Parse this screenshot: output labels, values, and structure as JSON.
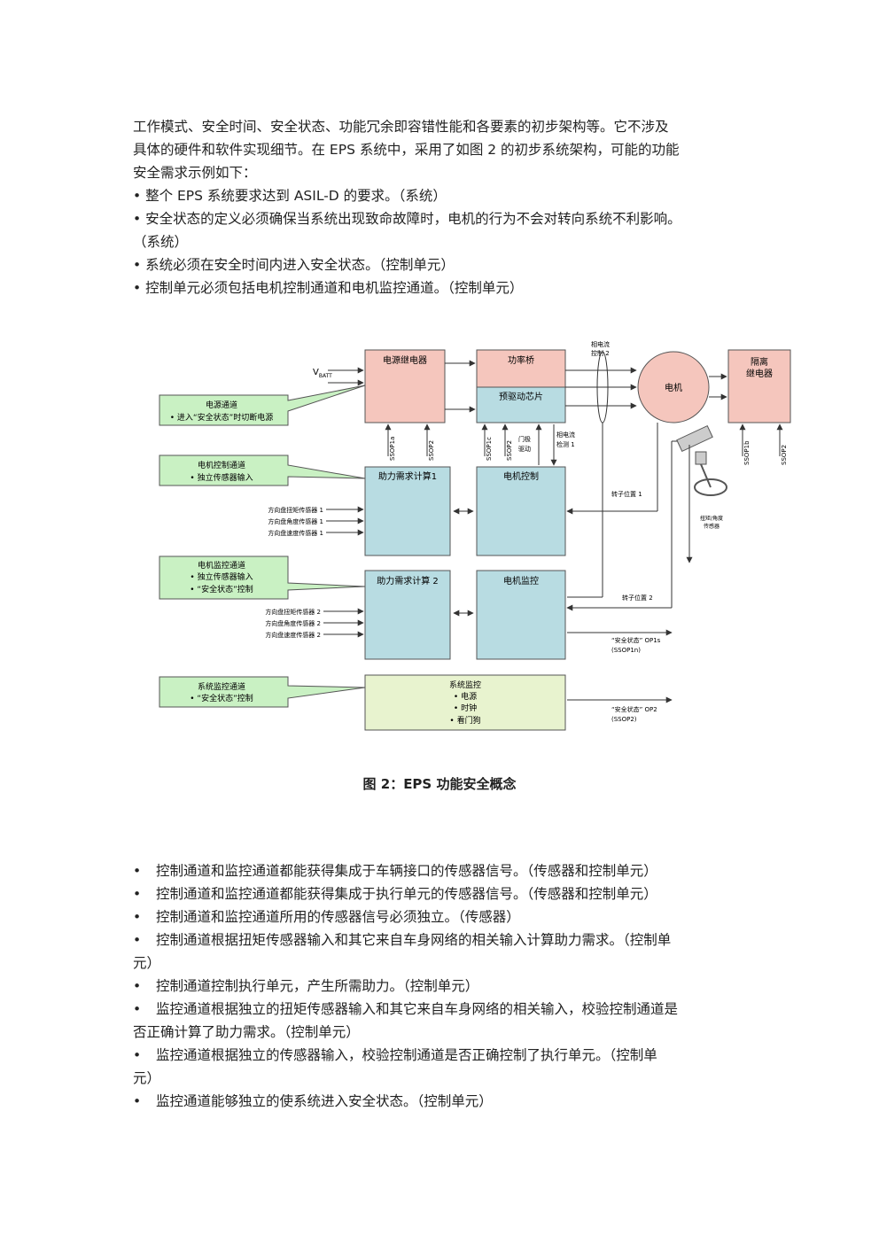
{
  "intro": {
    "lines": [
      "工作模式、安全时间、安全状态、功能冗余即容错性能和各要素的初步架构等。它不涉及",
      "具体的硬件和软件实现细节。在 EPS 系统中，采用了如图 2 的初步系统架构，可能的功能",
      "安全需求示例如下："
    ]
  },
  "bullets_top": [
    "• 整个 EPS 系统要求达到 ASIL-D 的要求。（系统）",
    "• 安全状态的定义必须确保当系统出现致命故障时，电机的行为不会对转向系统不利影响。",
    "（系统）",
    "• 系统必须在安全时间内进入安全状态。（控制单元）",
    "• 控制单元必须包括电机控制通道和电机监控通道。（控制单元）"
  ],
  "diagram": {
    "vbatt": "V",
    "vbatt_sub": "BATT",
    "power_relay": "电源继电器",
    "power_bridge": "功率桥",
    "predriver": "预驱动芯片",
    "motor": "电机",
    "isolation_relay_1": "隔离",
    "isolation_relay_2": "继电器",
    "phase_current_ctrl_1": "相电流",
    "phase_current_ctrl_2": "控制 2",
    "phase_current_det_1": "相电流",
    "phase_current_det_2": "检测 1",
    "gate_drive_1": "门极",
    "gate_drive_2": "驱动",
    "ssop1a": "SSOP1a",
    "ssop2_a": "SSOP2",
    "ssop1c": "SSOP1c",
    "ssop2_b": "SSOP2",
    "ssop1b": "SSOP1b",
    "ssop2_c": "SSOP2",
    "assist_calc_1": "助力需求计算1",
    "motor_control": "电机控制",
    "assist_calc_2": "助力需求计算 2",
    "motor_monitor": "电机监控",
    "rotor_pos_1": "转子位置 1",
    "rotor_pos_2": "转子位置 2",
    "torque_angle_sensor_1": "扭矩/角度",
    "torque_angle_sensor_2": "传感器",
    "sensors_1": [
      "方向盘扭矩传感器 1",
      "方向盘角度传感器 1",
      "方向盘速度传感器 1"
    ],
    "sensors_2": [
      "方向盘扭矩传感器 2",
      "方向盘角度传感器 2",
      "方向盘速度传感器 2"
    ],
    "callout_power_1": "电源通道",
    "callout_power_2": "• 进入“安全状态”时切断电源",
    "callout_mc_1": "电机控制通道",
    "callout_mc_2": "• 独立传感器输入",
    "callout_mm_1": "电机监控通道",
    "callout_mm_2": "• 独立传感器输入",
    "callout_mm_3": "• “安全状态”控制",
    "callout_sys_1": "系统监控通道",
    "callout_sys_2": "• “安全状态”控制",
    "sys_monitor_title": "系统监控",
    "sys_monitor_items": [
      "• 电源",
      "• 时钟",
      "• 看门狗"
    ],
    "safe_state_op1_1": "“安全状态” OP1s",
    "safe_state_op1_2": "(SSOP1n)",
    "safe_state_op2_1": "“安全状态” OP2",
    "safe_state_op2_2": "(SSOP2)"
  },
  "caption": "图 2：EPS 功能安全概念",
  "bullets_bottom": [
    "控制通道和监控通道都能获得集成于车辆接口的传感器信号。（传感器和控制单元）",
    "控制通道和监控通道都能获得集成于执行单元的传感器信号。（传感器和控制单元）",
    "控制通道和监控通道所用的传感器信号必须独立。（传感器）",
    "控制通道根据扭矩传感器输入和其它来自车身网络的相关输入计算助力需求。（控制单",
    "元）",
    "控制通道控制执行单元，产生所需助力。（控制单元）",
    "监控通道根据独立的扭矩传感器输入和其它来自车身网络的相关输入，校验控制通道是",
    "否正确计算了助力需求。（控制单元）",
    "监控通道根据独立的传感器输入，校验控制通道是否正确控制了执行单元。（控制单",
    "元）",
    "监控通道能够独立的使系统进入安全状态。（控制单元）"
  ],
  "bullet_marker": "•"
}
